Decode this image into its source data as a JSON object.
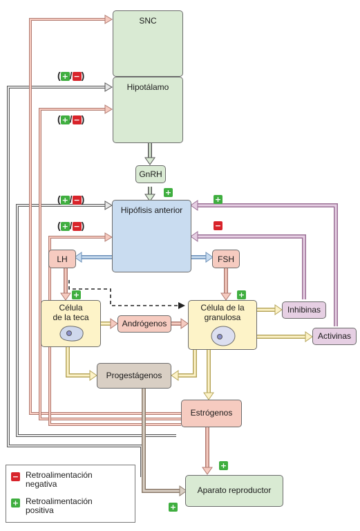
{
  "nodes": {
    "snc": "SNC",
    "hipotalamo": "Hipotálamo",
    "gnrh": "GnRH",
    "hipofisis": "Hipófisis anterior",
    "lh": "LH",
    "fsh": "FSH",
    "teca_1": "Célula",
    "teca_2": "de la teca",
    "granulosa_1": "Célula de la",
    "granulosa_2": "granulosa",
    "androgenos": "Andrógenos",
    "inhibinas": "Inhibinas",
    "activinas": "Activinas",
    "progestagenos": "Progestágenos",
    "estrogenos": "Estrógenos",
    "aparato": "Aparato reproductor"
  },
  "signs": {
    "positive": "+",
    "negative": "−"
  },
  "feedback_label": {
    "open": "(",
    "slash": "/",
    "close": ")"
  },
  "legend": {
    "negative_1": "Retroalimentación",
    "negative_2": "negativa",
    "positive_1": "Retroalimentación",
    "positive_2": "positiva"
  },
  "colors": {
    "green_box": "#d9ead3",
    "blue_box": "#c9dcf0",
    "pink_box": "#f6cbc0",
    "yellow_box": "#fdf3c8",
    "purple_box": "#e6cfe3",
    "brown_box": "#d9cfc4",
    "positive": "#3fae3f",
    "negative": "#d8232a"
  }
}
